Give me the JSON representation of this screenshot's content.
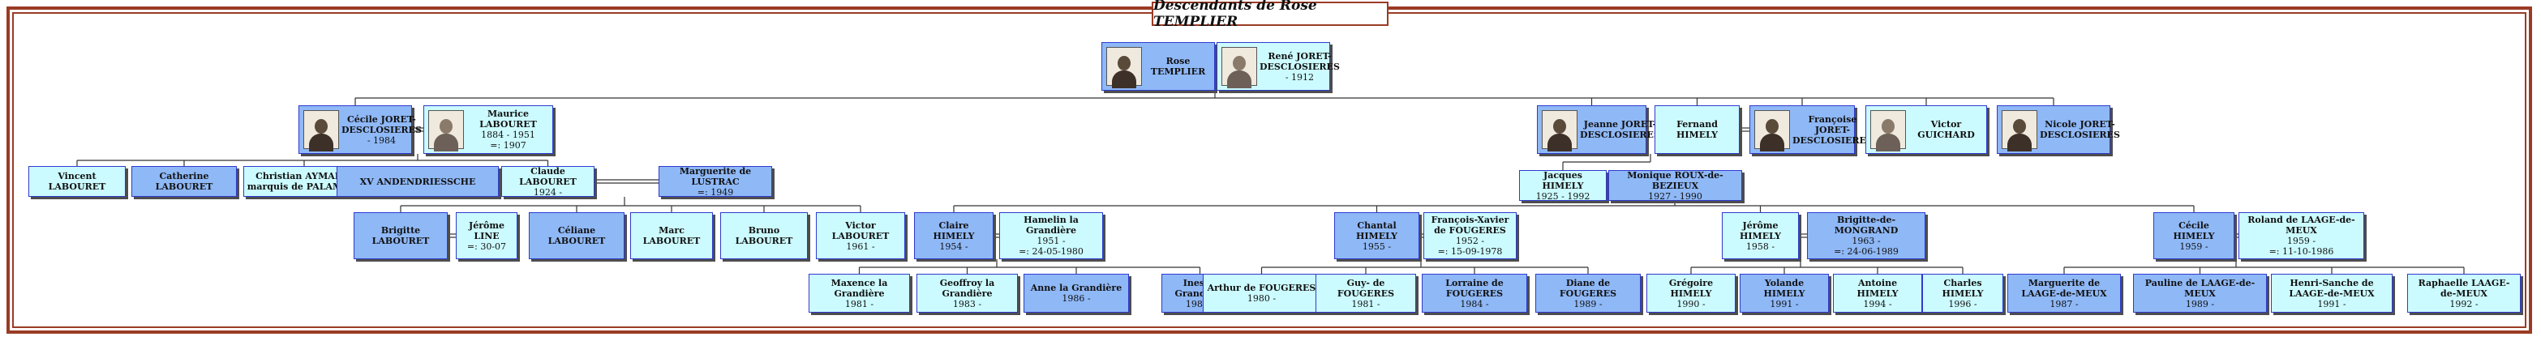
{
  "title": "Descendants de Rose TEMPLIER",
  "nodes": [
    {
      "id": "rose",
      "sex": "m",
      "photo": true,
      "name": "Rose TEMPLIER",
      "lines": []
    },
    {
      "id": "rene",
      "sex": "f",
      "photo": true,
      "name": "René JORET-DESCLOSIERES",
      "lines": [
        "- 1912"
      ]
    },
    {
      "id": "cecile",
      "sex": "m",
      "photo": true,
      "name": "Cécile JORET-DESCLOSIERES",
      "lines": [
        "- 1984"
      ]
    },
    {
      "id": "maurice",
      "sex": "f",
      "photo": true,
      "name": "Maurice LABOURET",
      "lines": [
        "1884 - 1951",
        "=: 1907"
      ]
    },
    {
      "id": "jeanne",
      "sex": "m",
      "photo": true,
      "name": "Jeanne JORET-DESCLOSIERES",
      "lines": []
    },
    {
      "id": "fernand",
      "sex": "f",
      "photo": false,
      "name": "Fernand HIMELY",
      "lines": []
    },
    {
      "id": "francoise",
      "sex": "m",
      "photo": true,
      "name": "Françoise JORET-DESCLOSIERES",
      "lines": []
    },
    {
      "id": "victor_g",
      "sex": "f",
      "photo": true,
      "name": "Victor GUICHARD",
      "lines": []
    },
    {
      "id": "nicole",
      "sex": "m",
      "photo": true,
      "name": "Nicole JORET-DESCLOSIERES",
      "lines": []
    },
    {
      "id": "vincent",
      "sex": "f",
      "photo": false,
      "name": "Vincent LABOURET",
      "lines": []
    },
    {
      "id": "catherine",
      "sex": "m",
      "photo": false,
      "name": "Catherine LABOURET",
      "lines": []
    },
    {
      "id": "christian",
      "sex": "f",
      "photo": false,
      "name": "Christian AYMARD, marquis de PALAMINY",
      "lines": []
    },
    {
      "id": "xv",
      "sex": "m",
      "photo": false,
      "name": "XV ANDENDRIESSCHE",
      "lines": []
    },
    {
      "id": "claude",
      "sex": "f",
      "photo": false,
      "name": "Claude LABOURET",
      "lines": [
        "1924 -"
      ]
    },
    {
      "id": "marguerite",
      "sex": "m",
      "photo": false,
      "name": "Marguerite de LUSTRAC",
      "lines": [
        "=: 1949"
      ]
    },
    {
      "id": "jacques",
      "sex": "f",
      "photo": false,
      "name": "Jacques HIMELY",
      "lines": [
        "1925 - 1992"
      ]
    },
    {
      "id": "monique",
      "sex": "m",
      "photo": false,
      "name": "Monique ROUX-de-BEZIEUX",
      "lines": [
        "1927 - 1990"
      ]
    },
    {
      "id": "brigitte",
      "sex": "m",
      "photo": false,
      "name": "Brigitte LABOURET",
      "lines": []
    },
    {
      "id": "jerome_l",
      "sex": "f",
      "photo": false,
      "name": "Jérôme LINE",
      "lines": [
        "=: 30-07"
      ]
    },
    {
      "id": "celiane",
      "sex": "m",
      "photo": false,
      "name": "Céliane LABOURET",
      "lines": []
    },
    {
      "id": "marc",
      "sex": "f",
      "photo": false,
      "name": "Marc LABOURET",
      "lines": []
    },
    {
      "id": "bruno",
      "sex": "f",
      "photo": false,
      "name": "Bruno LABOURET",
      "lines": []
    },
    {
      "id": "victor_l",
      "sex": "f",
      "photo": false,
      "name": "Victor LABOURET",
      "lines": [
        "1961 -"
      ]
    },
    {
      "id": "claire",
      "sex": "m",
      "photo": false,
      "name": "Claire HIMELY",
      "lines": [
        "1954 -"
      ]
    },
    {
      "id": "hamelin",
      "sex": "f",
      "photo": false,
      "name": "Hamelin la Grandière",
      "lines": [
        "1951 -",
        "=: 24-05-1980"
      ]
    },
    {
      "id": "chantal",
      "sex": "m",
      "photo": false,
      "name": "Chantal HIMELY",
      "lines": [
        "1955 -"
      ]
    },
    {
      "id": "francois_x",
      "sex": "f",
      "photo": false,
      "name": "François-Xavier de FOUGERES",
      "lines": [
        "1952 -",
        "=: 15-09-1978"
      ]
    },
    {
      "id": "jerome_h",
      "sex": "f",
      "photo": false,
      "name": "Jérôme HIMELY",
      "lines": [
        "1958 -"
      ]
    },
    {
      "id": "brigitte_m",
      "sex": "m",
      "photo": false,
      "name": "Brigitte-de-MONGRAND",
      "lines": [
        "1963 -",
        "=: 24-06-1989"
      ]
    },
    {
      "id": "cecile_h",
      "sex": "m",
      "photo": false,
      "name": "Cécile HIMELY",
      "lines": [
        "1959 -"
      ]
    },
    {
      "id": "roland",
      "sex": "f",
      "photo": false,
      "name": "Roland de LAAGE-de-MEUX",
      "lines": [
        "1959 -",
        "=: 11-10-1986"
      ]
    },
    {
      "id": "maxence",
      "sex": "f",
      "photo": false,
      "name": "Maxence la Grandière",
      "lines": [
        "1981 -"
      ]
    },
    {
      "id": "geoffroy",
      "sex": "f",
      "photo": false,
      "name": "Geoffroy la Grandière",
      "lines": [
        "1983 -"
      ]
    },
    {
      "id": "anne",
      "sex": "m",
      "photo": false,
      "name": "Anne la Grandière",
      "lines": [
        "1986 -"
      ]
    },
    {
      "id": "ines",
      "sex": "m",
      "photo": false,
      "name": "Ines la Grandière",
      "lines": [
        "1989 -"
      ]
    },
    {
      "id": "arthur",
      "sex": "f",
      "photo": false,
      "name": "Arthur de FOUGERES",
      "lines": [
        "1980 -"
      ]
    },
    {
      "id": "guy",
      "sex": "f",
      "photo": false,
      "name": "Guy- de FOUGERES",
      "lines": [
        "1981 -"
      ]
    },
    {
      "id": "lorraine",
      "sex": "m",
      "photo": false,
      "name": "Lorraine de FOUGERES",
      "lines": [
        "1984 -"
      ]
    },
    {
      "id": "diane",
      "sex": "m",
      "photo": false,
      "name": "Diane de FOUGERES",
      "lines": [
        "1989 -"
      ]
    },
    {
      "id": "gregoire",
      "sex": "f",
      "photo": false,
      "name": "Grégoire HIMELY",
      "lines": [
        "1990 -"
      ]
    },
    {
      "id": "yolande",
      "sex": "m",
      "photo": false,
      "name": "Yolande HIMELY",
      "lines": [
        "1991 -"
      ]
    },
    {
      "id": "antoine",
      "sex": "f",
      "photo": false,
      "name": "Antoine HIMELY",
      "lines": [
        "1994 -"
      ]
    },
    {
      "id": "charles",
      "sex": "f",
      "photo": false,
      "name": "Charles HIMELY",
      "lines": [
        "1996 -"
      ]
    },
    {
      "id": "marguerite_l",
      "sex": "m",
      "photo": false,
      "name": "Marguerite de LAAGE-de-MEUX",
      "lines": [
        "1987 -"
      ]
    },
    {
      "id": "pauline",
      "sex": "m",
      "photo": false,
      "name": "Pauline de LAAGE-de-MEUX",
      "lines": [
        "1989 -"
      ]
    },
    {
      "id": "henri",
      "sex": "f",
      "photo": false,
      "name": "Henri-Sanche de LAAGE-de-MEUX",
      "lines": [
        "1991 -"
      ]
    },
    {
      "id": "raphaelle",
      "sex": "f",
      "photo": false,
      "name": "Raphaelle LAAGE-de-MEUX",
      "lines": [
        "1992 -"
      ]
    }
  ]
}
